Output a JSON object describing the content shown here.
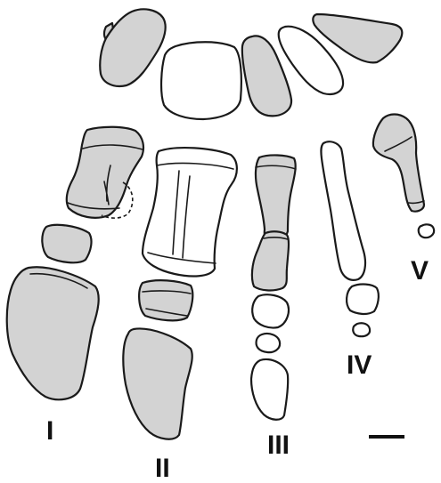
{
  "figure": {
    "digits": [
      {
        "id": "digit-1",
        "label": "I"
      },
      {
        "id": "digit-2",
        "label": "II"
      },
      {
        "id": "digit-3",
        "label": "III"
      },
      {
        "id": "digit-4",
        "label": "IV"
      },
      {
        "id": "digit-5",
        "label": "V"
      }
    ],
    "colors": {
      "shaded_bone": "#d3d3d3",
      "unshaded_bone": "#ffffff",
      "outline": "#1a1a1a"
    }
  }
}
